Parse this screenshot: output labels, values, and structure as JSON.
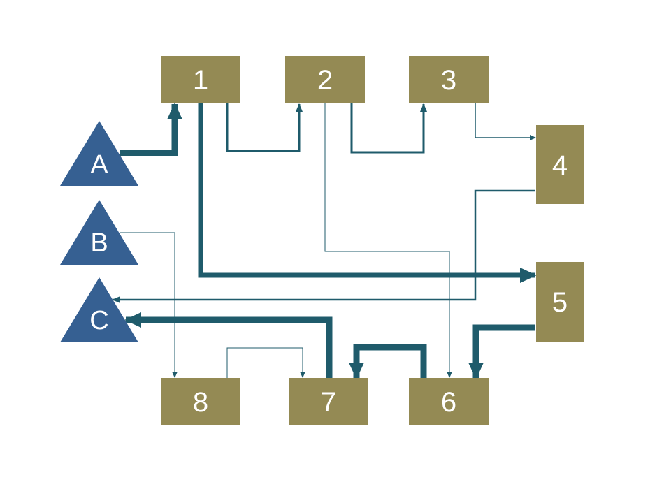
{
  "colors": {
    "box_fill": "#948a54",
    "triangle_fill": "#366092",
    "arrow_stroke": "#1f5b6b",
    "label_text": "#ffffff"
  },
  "nodes": {
    "box_1": "1",
    "box_2": "2",
    "box_3": "3",
    "box_4": "4",
    "box_5": "5",
    "box_6": "6",
    "box_7": "7",
    "box_8": "8",
    "triangle_a": "A",
    "triangle_b": "B",
    "triangle_c": "C"
  },
  "flows": [
    {
      "from": "A",
      "to": "1",
      "weight": "heavy"
    },
    {
      "from": "1",
      "to": "2",
      "weight": "light"
    },
    {
      "from": "2",
      "to": "3",
      "weight": "light"
    },
    {
      "from": "3",
      "to": "4",
      "weight": "thin"
    },
    {
      "from": "4",
      "to": "C",
      "weight": "light"
    },
    {
      "from": "1",
      "to": "5",
      "weight": "heavy"
    },
    {
      "from": "2",
      "to": "6",
      "weight": "thin"
    },
    {
      "from": "B",
      "to": "8",
      "weight": "thin"
    },
    {
      "from": "5",
      "to": "6",
      "weight": "heavy"
    },
    {
      "from": "6",
      "to": "7",
      "weight": "heavy"
    },
    {
      "from": "8",
      "to": "7",
      "weight": "thin"
    },
    {
      "from": "7",
      "to": "C",
      "weight": "heavy"
    }
  ]
}
